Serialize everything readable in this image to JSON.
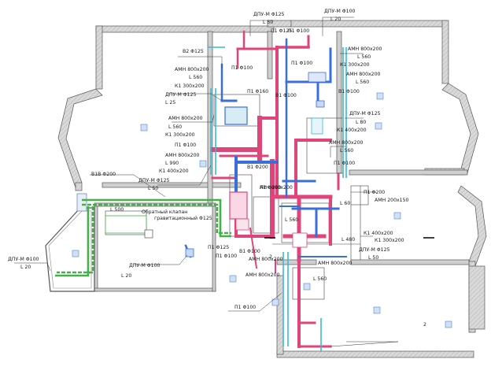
{
  "colors": {
    "supply": "#e0457a",
    "exhaust": "#3b6fd8",
    "fresh": "#45b04a",
    "cyan": "#39b9d8",
    "wall": "#cfcfcf"
  },
  "labels": [
    {
      "id": "l1",
      "text": "ДПУ-М Φ125"
    },
    {
      "id": "l2",
      "text": "L 50"
    },
    {
      "id": "l3",
      "text": "ДПУ-М Φ100"
    },
    {
      "id": "l4",
      "text": "L 20"
    },
    {
      "id": "l5",
      "text": "П1 Φ125"
    },
    {
      "id": "l6",
      "text": "П1 Φ100"
    },
    {
      "id": "l7",
      "text": "В2 Φ125"
    },
    {
      "id": "l8",
      "text": "П1 Φ100"
    },
    {
      "id": "l9",
      "text": "АМН 800х200"
    },
    {
      "id": "l10",
      "text": "L 560"
    },
    {
      "id": "l11",
      "text": "К1 300х200"
    },
    {
      "id": "l12",
      "text": "ДПУ-М Φ125"
    },
    {
      "id": "l13",
      "text": "L 25"
    },
    {
      "id": "l14",
      "text": "П1 Φ160"
    },
    {
      "id": "l15",
      "text": "В1 Φ100"
    },
    {
      "id": "l16",
      "text": "АМН 800х200"
    },
    {
      "id": "l17",
      "text": "L 560"
    },
    {
      "id": "l18",
      "text": "К1 300х200"
    },
    {
      "id": "l19",
      "text": "П1 Φ100"
    },
    {
      "id": "l20",
      "text": "АМН 800х200"
    },
    {
      "id": "l21",
      "text": "L 990"
    },
    {
      "id": "l22",
      "text": "К1 400х200"
    },
    {
      "id": "l23",
      "text": "В1В Φ200"
    },
    {
      "id": "l24",
      "text": "ДПУ-М Φ125"
    },
    {
      "id": "l25",
      "text": "L 50"
    },
    {
      "id": "l26",
      "text": "В1 Φ200"
    },
    {
      "id": "l27",
      "text": "П1 Φ200"
    },
    {
      "id": "l28",
      "text": "АМН 800х200"
    },
    {
      "id": "l29",
      "text": "L 560"
    },
    {
      "id": "l30",
      "text": "П1 Φ100"
    },
    {
      "id": "l31",
      "text": "К1 300х200"
    },
    {
      "id": "l32",
      "text": "АМН 800х200"
    },
    {
      "id": "l33",
      "text": "L 560"
    },
    {
      "id": "l34",
      "text": "В1 Φ100"
    },
    {
      "id": "l35",
      "text": "ДПУ-М Φ125"
    },
    {
      "id": "l36",
      "text": "L 80"
    },
    {
      "id": "l37",
      "text": "К1 400х200"
    },
    {
      "id": "l38",
      "text": "АМН 800х200"
    },
    {
      "id": "l39",
      "text": "L 560"
    },
    {
      "id": "l40",
      "text": "П1 Φ100"
    },
    {
      "id": "l41",
      "text": "П1 Φ200"
    },
    {
      "id": "l42",
      "text": "АМН 200х150"
    },
    {
      "id": "l43",
      "text": "L 60"
    },
    {
      "id": "l44",
      "text": "АРН 400х200"
    },
    {
      "id": "l45",
      "text": "L 500"
    },
    {
      "id": "l46",
      "text": "Обратный клапан"
    },
    {
      "id": "l47",
      "text": "гравитационный Φ125"
    },
    {
      "id": "l48",
      "text": "ДПУ-М Φ100"
    },
    {
      "id": "l49",
      "text": "L 20"
    },
    {
      "id": "l50",
      "text": "ДПУ-М Φ100"
    },
    {
      "id": "l51",
      "text": "L 20"
    },
    {
      "id": "l52",
      "text": "П1 Φ125"
    },
    {
      "id": "l53",
      "text": "П1 Φ100"
    },
    {
      "id": "l54",
      "text": "В1 Φ100"
    },
    {
      "id": "l55",
      "text": "АМН 800х200"
    },
    {
      "id": "l56",
      "text": "L 560"
    },
    {
      "id": "l57",
      "text": "АМН 800х200"
    },
    {
      "id": "l58",
      "text": "L 480"
    },
    {
      "id": "l59",
      "text": "К1 400х200"
    },
    {
      "id": "l60",
      "text": "К1 300х200"
    },
    {
      "id": "l61",
      "text": "ДПУ-М Φ125"
    },
    {
      "id": "l62",
      "text": "L 50"
    },
    {
      "id": "l63",
      "text": "АМН 800х200"
    },
    {
      "id": "l64",
      "text": "L 560"
    },
    {
      "id": "l65",
      "text": "П1 Φ100"
    }
  ],
  "section_marks": [
    {
      "text": "2"
    },
    {
      "text": "2"
    }
  ]
}
